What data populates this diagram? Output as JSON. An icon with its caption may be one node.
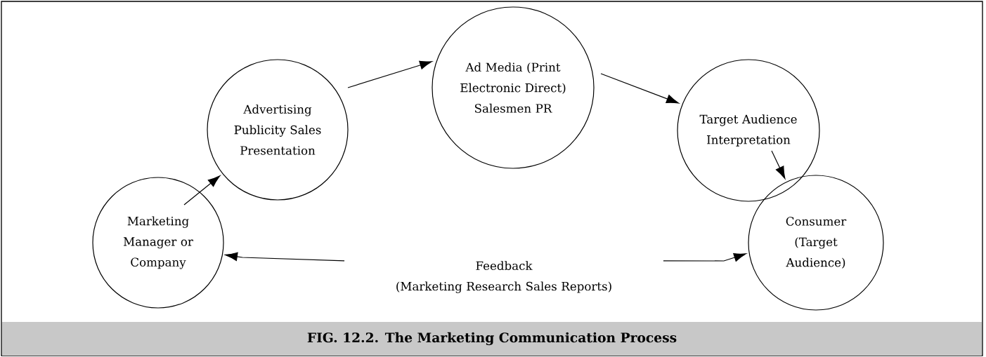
{
  "diagram": {
    "caption": "FIG. 12.2. The Marketing Communication Process",
    "nodes": [
      {
        "text": [
          "Advertising Publicity Sales Presentation"
        ]
      },
      {
        "text": [
          "Ad Media (Print Electronic Direct) Salesmen PR"
        ]
      },
      {
        "text": [
          "Target Audience Interpretation"
        ]
      },
      {
        "text": [
          "Consumer (Target Audience)"
        ]
      },
      {
        "text": [
          "Marketing Manager or Company"
        ]
      },
      {
        "text": [
          "Feedback",
          "(Marketing Research Sales Reports)"
        ]
      }
    ],
    "edges": [
      {
        "from": 4,
        "to": 0,
        "arrow": "to"
      },
      {
        "from": 0,
        "to": 1,
        "arrow": "to"
      },
      {
        "from": 1,
        "to": 2,
        "arrow": "to"
      },
      {
        "from": 2,
        "to": 3,
        "arrow": "to"
      },
      {
        "from": 5,
        "to": 4,
        "arrow": "to"
      },
      {
        "from": 5,
        "to": 3,
        "arrow": "to"
      }
    ]
  }
}
